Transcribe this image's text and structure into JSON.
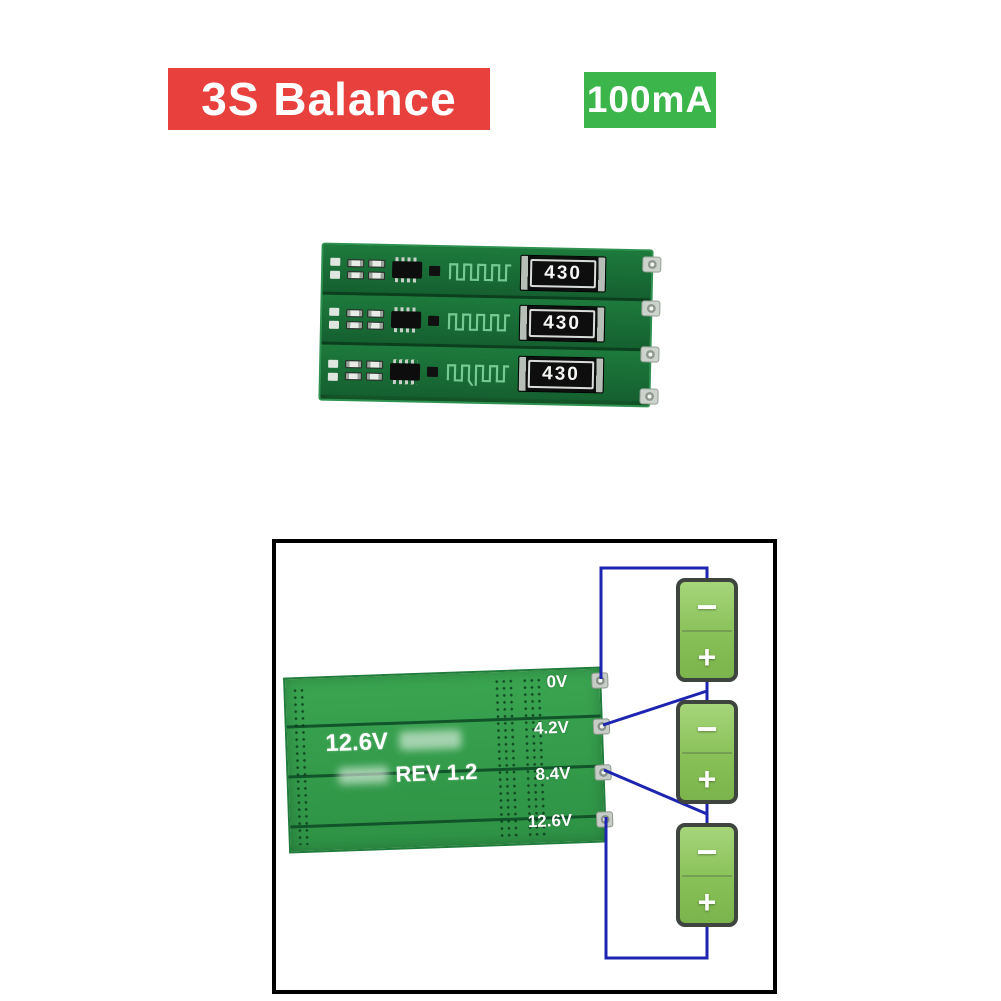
{
  "badges": {
    "title": "3S Balance",
    "current": "100mA"
  },
  "board_photo": {
    "resistor_label": "430"
  },
  "diagram": {
    "silkscreen_voltage": "12.6V",
    "silkscreen_rev": "REV 1.2",
    "pad_labels": [
      "0V",
      "4.2V",
      "8.4V",
      "12.6V"
    ]
  },
  "symbols": {
    "minus": "−",
    "plus": "+"
  },
  "colors": {
    "badge_red": "#e8403d",
    "badge_green": "#3cb54a",
    "photo_pcb_green": "#17632e",
    "diagram_pcb_green": "#37a04e",
    "battery_green": "#8cc35e",
    "wire_blue": "#1d24b0",
    "diagram_border": "#000000"
  }
}
